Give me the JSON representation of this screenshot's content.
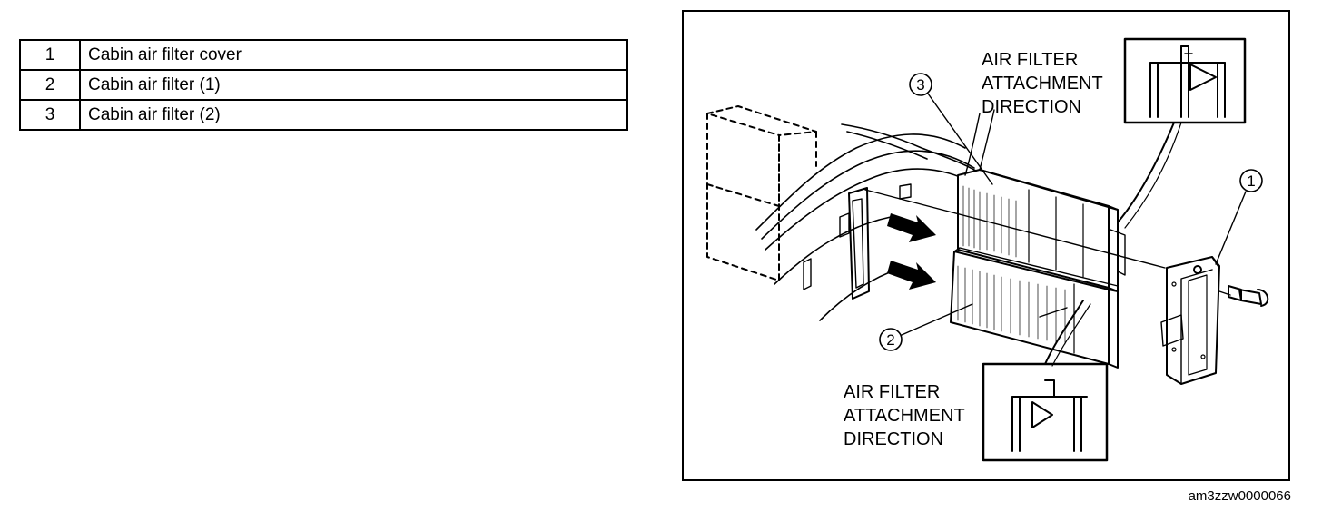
{
  "legend": {
    "rows": [
      {
        "number": "1",
        "label": "Cabin air filter cover"
      },
      {
        "number": "2",
        "label": "Cabin air filter (1)"
      },
      {
        "number": "3",
        "label": "Cabin air filter (2)"
      }
    ]
  },
  "diagram": {
    "callouts": {
      "top": {
        "line1": "AIR FILTER",
        "line2": "ATTACHMENT",
        "line3": "DIRECTION"
      },
      "bottom": {
        "line1": "AIR FILTER",
        "line2": "ATTACHMENT",
        "line3": "DIRECTION"
      }
    },
    "part_markers": {
      "cover": "1",
      "filter_1": "2",
      "filter_2": "3"
    },
    "figure_code": "am3zzw0000066"
  }
}
